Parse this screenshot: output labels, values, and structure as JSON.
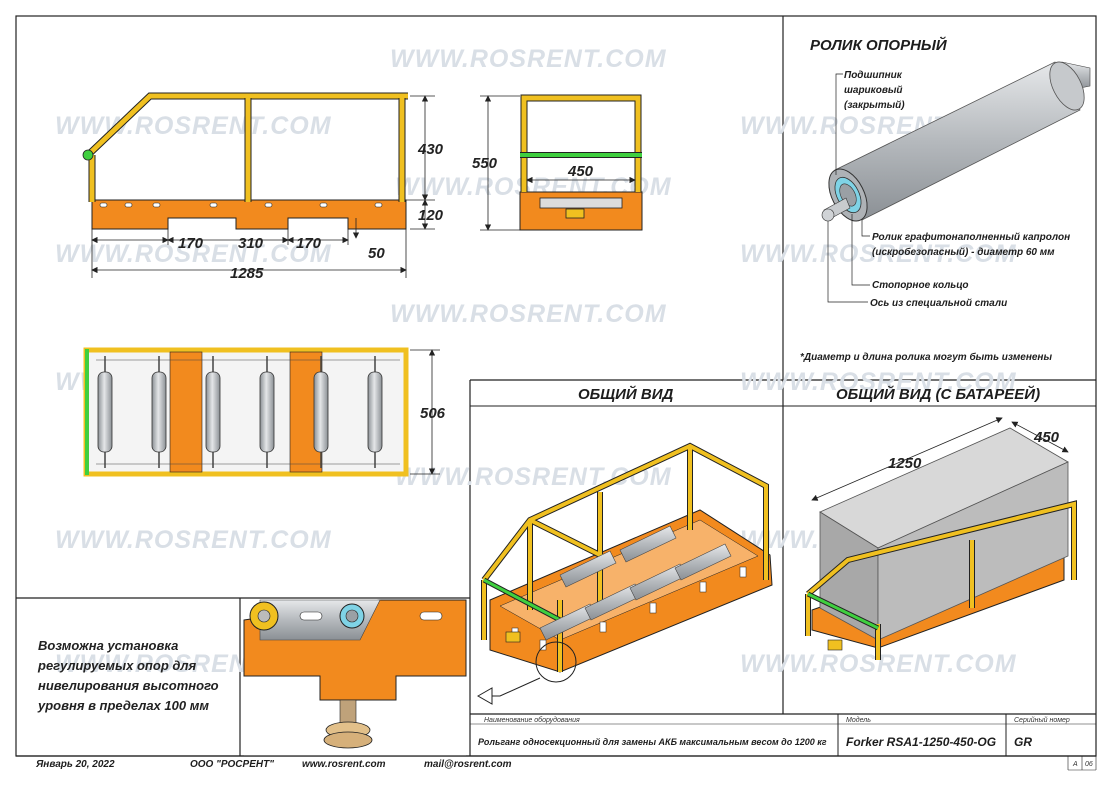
{
  "watermark": "WWW.ROSRENT.COM",
  "colors": {
    "frame_yellow": "#f0c020",
    "base_orange": "#f28a1e",
    "rail_green": "#3fcf3f",
    "roller_gray": "#b8bcc0",
    "line_dark": "#222222"
  },
  "chart_data": {
    "type": "diagram",
    "dimensions_mm": {
      "frame_height": 430,
      "base_height": 120,
      "total_height": 550,
      "inner_width": 450,
      "slot_1": 170,
      "slot_2": 310,
      "slot_3": 170,
      "offset": 50,
      "total_length": 1285,
      "plan_width": 506,
      "battery_length": 1250,
      "battery_width": 450
    },
    "dim_labels": {
      "frame_height": "430",
      "base_height": "120",
      "total_height": "550",
      "inner_width": "450",
      "slot_1": "170",
      "slot_2": "310",
      "slot_3": "170",
      "offset": "50",
      "total_length": "1285",
      "plan_width": "506",
      "battery_length": "1250",
      "battery_width": "450"
    },
    "roller_count_plan": 6
  },
  "roller_section": {
    "title": "РОЛИК ОПОРНЫЙ",
    "bearing": [
      "Подшипник",
      "шариковый",
      "(закрытый)"
    ],
    "roller_material": [
      "Ролик графитонаполненный капролон",
      "(искробезопасный) - диаметр 60 мм"
    ],
    "retaining_ring": "Стопорное кольцо",
    "axle": "Ось из специальной стали",
    "note": "*Диаметр и длина ролика могут быть изменены"
  },
  "views": {
    "general": "ОБЩИЙ ВИД",
    "general_battery": "ОБЩИЙ ВИД (С БАТАРЕЕЙ)"
  },
  "feet_note": [
    "Возможна установка",
    "регулируемых опор для",
    "нивелирования высотного",
    "уровня в пределах 100 мм"
  ],
  "title_block": {
    "name_label": "Наименование оборудования",
    "name_value": "Рольганг односекционный для замены АКБ максимальным весом до 1200 кг",
    "model_label": "Модель",
    "model_value": "Forker RSA1-1250-450-OG",
    "serial_label": "Серийный номер",
    "serial_value": "GR",
    "sheet_format": "А",
    "sheet_num": "06"
  },
  "footer": {
    "date": "Январь 20, 2022",
    "company": "ООО \"РОСРЕНТ\"",
    "website": "www.rosrent.com",
    "email": "mail@rosrent.com"
  }
}
